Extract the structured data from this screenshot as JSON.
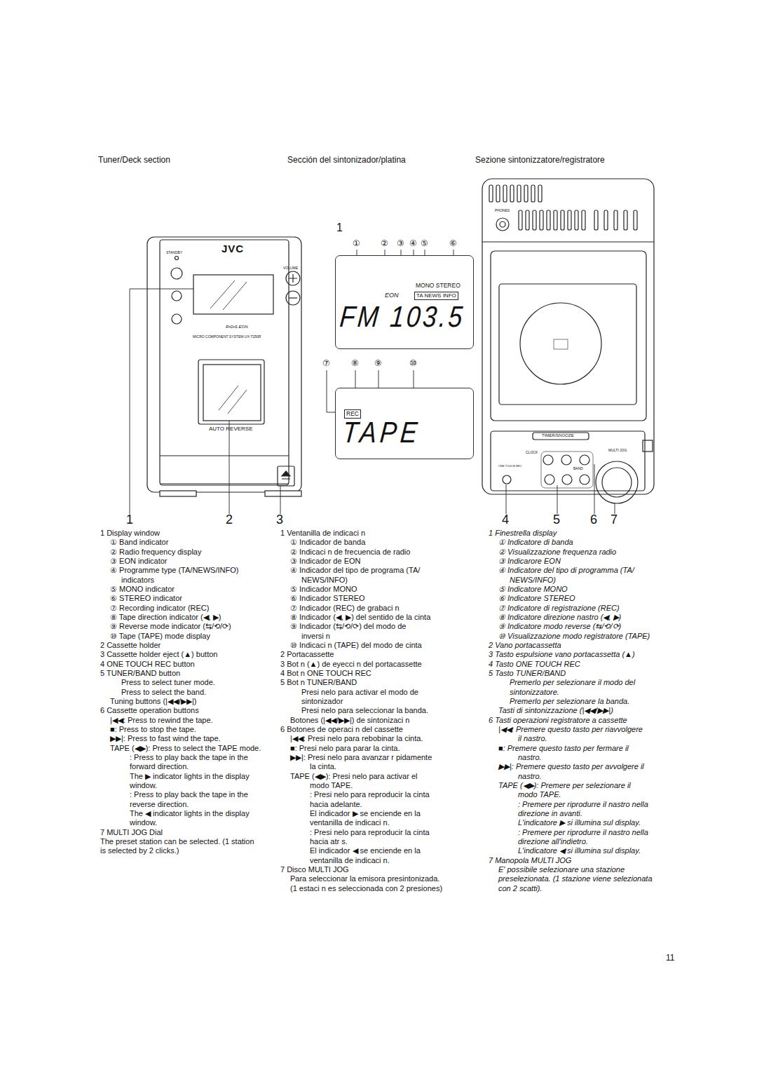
{
  "diagram": {
    "nodes": [
      {
        "text": [
          "MONO STEREO",
          "EON",
          "TA NEWS INFO",
          "FM 103.5"
        ]
      },
      {
        "text": [
          "REC",
          "TAPE"
        ]
      }
    ],
    "labels": [
      "Tuner/Deck section",
      "Sección del sintonizador/platina",
      "Sezione sintonizzatore/registratore",
      "1",
      "①",
      "②",
      "③",
      "④",
      "⑤",
      "⑥",
      "⑦",
      "⑧",
      "⑨",
      "⑩",
      "1",
      "2",
      "3",
      "4",
      "5",
      "6",
      "7",
      "JVC",
      "STANDBY",
      "VOLUME",
      "R•D•S EON",
      "MICRO COMPONENT SYSTEM UX-T250R",
      "AUTO REVERSE",
      "PHONES",
      "TIMER/SNOOZE",
      "CLOCK",
      "BAND",
      "ONE TOUCH REC",
      "MULTI JOG",
      "11",
      "1  Display window",
      "① Band indicator",
      "② Radio frequency display",
      "③ EON indicator",
      "④ Programme type (TA/NEWS/INFO)",
      "indicators",
      "⑤ MONO indicator",
      "⑥ STEREO indicator",
      "⑦ Recording indicator (REC)",
      "⑧ Tape direction indicator (◀, ▶)",
      "⑨ Reverse mode indicator (⇆/⟲/⟳)",
      "⑩ Tape (TAPE) mode display",
      "2  Cassette holder",
      "3  Cassette holder eject (▲) button",
      "4  ONE TOUCH REC button",
      "5  TUNER/BAND button",
      "Press to select tuner mode.",
      "Press to select the band.",
      "Tuning buttons (|◀◀/▶▶|)",
      "6  Cassette operation buttons",
      "|◀◀: Press to rewind the tape.",
      "■: Press to stop the tape.",
      "▶▶|: Press to fast wind the tape.",
      "TAPE (◀▶): Press to select the TAPE mode.",
      ": Press to play back the tape in the",
      "forward direction.",
      "The ▶ indicator lights in the display",
      "window.",
      ": Press to play back the tape in the",
      "reverse direction.",
      "The ◀ indicator lights in the display",
      "window.",
      "7  MULTI JOG Dial",
      "The preset station can be selected. (1 station",
      "is selected by 2 clicks.)",
      "1  Ventanilla de indicaci n",
      "① Indicador de banda",
      "② Indicaci n de frecuencia de radio",
      "③ Indicador de EON",
      "④ Indicador del tipo de programa (TA/",
      "NEWS/INFO)",
      "⑤ Indicador MONO",
      "⑥ Indicador STEREO",
      "⑦ Indicador (REC) de grabaci n",
      "⑧ Indicador (◀, ▶) del sentido de la cinta",
      "⑨ Indicador (⇆/⟲/⟳) del modo de",
      "inversi n",
      "⑩ Indicaci n (TAPE) del modo de cinta",
      "2  Portacassette",
      "3  Bot n (▲) de eyecci n del portacassette",
      "4  Bot n ONE TOUCH REC",
      "5  Bot n TUNER/BAND",
      "Presi nelo para activar el modo de",
      "sintonizador",
      "Presi nelo para seleccionar la banda.",
      "Botones (|◀◀/▶▶|) de sintonizaci n",
      "6  Botones de operaci n del cassette",
      "|◀◀: Presi nelo para rebobinar la cinta.",
      "■: Presi nelo para parar la cinta.",
      "▶▶|: Presi nelo para avanzar r pidamente",
      "la cinta.",
      "TAPE (◀▶): Presi nelo para activar el",
      "modo TAPE.",
      ": Presi nelo para reproducir la cinta",
      "hacia adelante.",
      "El indicador ▶ se enciende en la",
      "ventanilla de indicaci n.",
      ": Presi nelo para reproducir la cinta",
      "hacia atr s.",
      "El indicador ◀ se enciende en la",
      "ventanilla de indicaci n.",
      "7  Disco MULTI JOG",
      "Para seleccionar la emisora presintonizada.",
      "(1 estaci n es seleccionada con 2 presiones)",
      "1  Finestrella display",
      "① Indicatore di banda",
      "② Visualizzazione frequenza radio",
      "③ Indicarore EON",
      "④ Indicatore del tipo di programma (TA/",
      "NEWS/INFO)",
      "⑤ Indicatore MONO",
      "⑥ Indicatore STEREO",
      "⑦ Indicatore di registrazione (REC)",
      "⑧ Indicatore direzione nastro (◀, ▶)",
      "⑨ Indicatore modo reverse (⇆/⟲/⟳)",
      "⑩ Visualizzazione modo registratore (TAPE)",
      "2  Vano portacassetta",
      "3  Tasto espulsione vano portacassetta (▲)",
      "4  Tasto ONE TOUCH REC",
      "5  Tasto TUNER/BAND",
      "Premerlo per selezionare il modo del",
      "sintonizzatore.",
      "Premerlo per selezionare la banda.",
      "Tasti di sintonizzazione (|◀◀/▶▶|)",
      "6  Tasti operazioni registratore a cassette",
      "|◀◀: Premere questo tasto per riavvolgere",
      "il nastro.",
      "■: Premere questo tasto per fermare il",
      "nastro.",
      "▶▶|: Premere questo tasto per avvolgere il",
      "nastro.",
      "TAPE (◀▶): Premere per selezionare il",
      "modo TAPE.",
      ": Premere per riprodurre il nastro nella",
      "direzione in avanti.",
      "L'indicatore ▶ si illumina sul display.",
      ": Premere per riprodurre il nastro nella",
      "direzione all'indietro.",
      "L'indicatore ◀ si illumina sul display.",
      "7  Manopola MULTI JOG",
      "E' possibile selezionare una stazione",
      "preselezionata. (1 stazione viene selezionata",
      "con 2 scatti)."
    ]
  }
}
